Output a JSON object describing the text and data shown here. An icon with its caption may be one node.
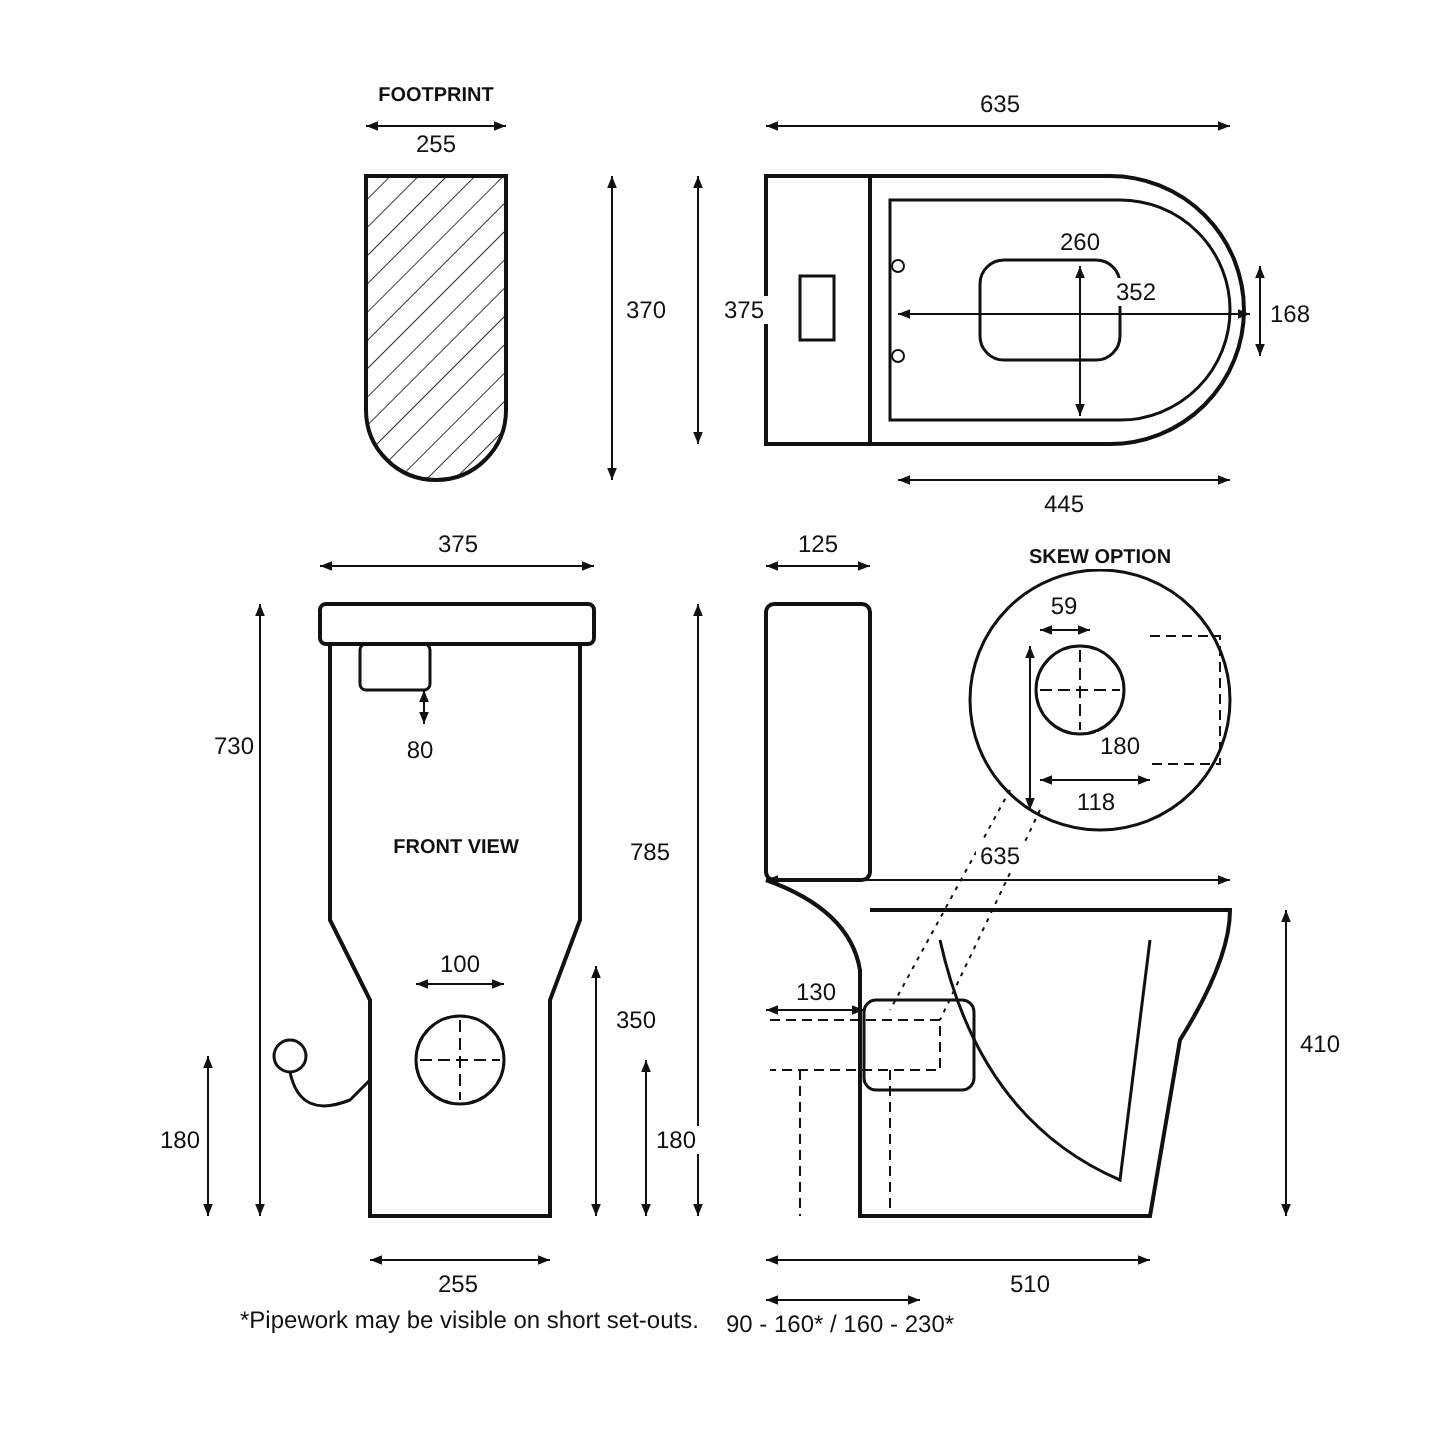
{
  "diagram": {
    "labels": [
      "FOOTPRINT",
      "255",
      "370",
      "635",
      "375",
      "260",
      "352",
      "168",
      "445",
      "375",
      "125",
      "SKEW OPTION",
      "59",
      "730",
      "80",
      "180",
      "118",
      "635",
      "FRONT VIEW",
      "785",
      "100",
      "130",
      "350",
      "410",
      "180",
      "180",
      "255",
      "510",
      "*Pipework may be visible on short set-outs.",
      "90 - 160* / 160 - 230*"
    ]
  }
}
